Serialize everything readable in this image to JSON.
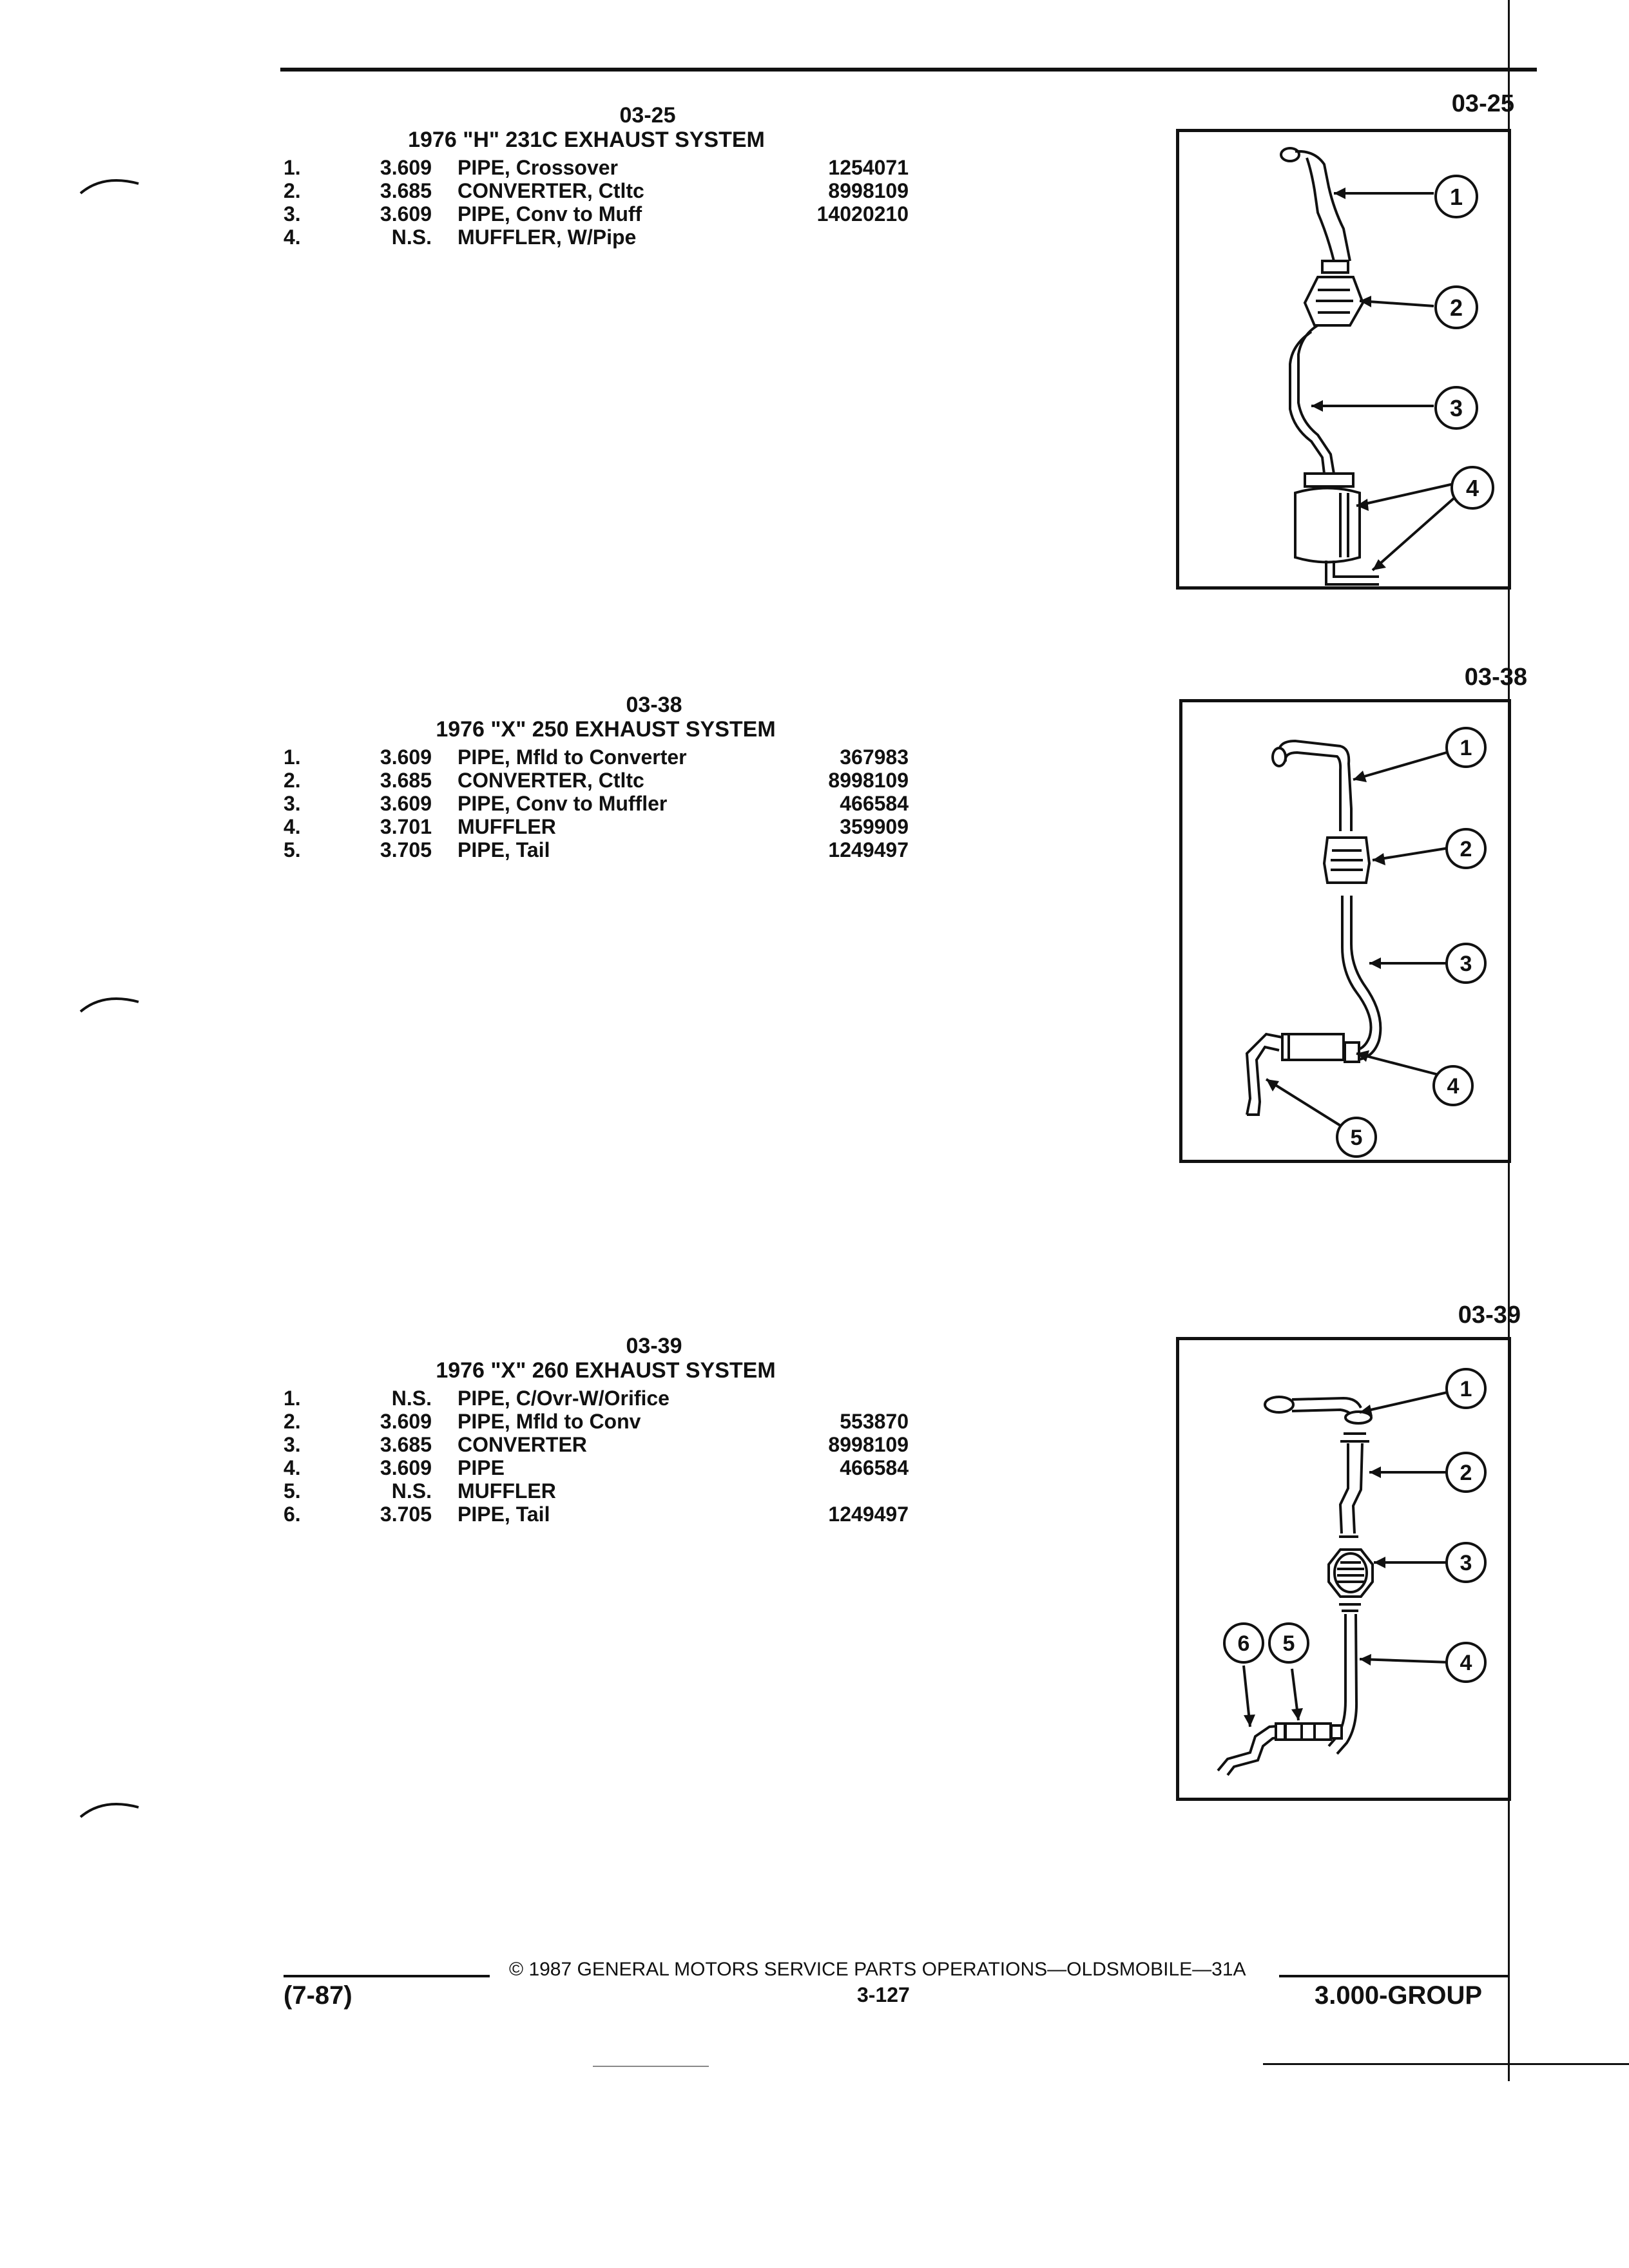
{
  "sections": [
    {
      "code": "03-25",
      "title": "1976 \"H\" 231C EXHAUST SYSTEM",
      "parts": [
        {
          "num": "1.",
          "code": "3.609",
          "name": "PIPE, Crossover",
          "part_no": "1254071"
        },
        {
          "num": "2.",
          "code": "3.685",
          "name": "CONVERTER, Ctltc",
          "part_no": "8998109"
        },
        {
          "num": "3.",
          "code": "3.609",
          "name": "PIPE, Conv to Muff",
          "part_no": "14020210"
        },
        {
          "num": "4.",
          "code": "N.S.",
          "name": "MUFFLER, W/Pipe",
          "part_no": ""
        }
      ],
      "figure": {
        "code": "03-25",
        "callouts": [
          "1",
          "2",
          "3",
          "4"
        ]
      }
    },
    {
      "code": "03-38",
      "title": "1976 \"X\" 250 EXHAUST SYSTEM",
      "parts": [
        {
          "num": "1.",
          "code": "3.609",
          "name": "PIPE, Mfld to Converter",
          "part_no": "367983"
        },
        {
          "num": "2.",
          "code": "3.685",
          "name": "CONVERTER, Ctltc",
          "part_no": "8998109"
        },
        {
          "num": "3.",
          "code": "3.609",
          "name": "PIPE, Conv to Muffler",
          "part_no": "466584"
        },
        {
          "num": "4.",
          "code": "3.701",
          "name": "MUFFLER",
          "part_no": "359909"
        },
        {
          "num": "5.",
          "code": "3.705",
          "name": "PIPE, Tail",
          "part_no": "1249497"
        }
      ],
      "figure": {
        "code": "03-38",
        "callouts": [
          "1",
          "2",
          "3",
          "4",
          "5"
        ]
      }
    },
    {
      "code": "03-39",
      "title": "1976 \"X\" 260 EXHAUST SYSTEM",
      "parts": [
        {
          "num": "1.",
          "code": "N.S.",
          "name": "PIPE, C/Ovr-W/Orifice",
          "part_no": ""
        },
        {
          "num": "2.",
          "code": "3.609",
          "name": "PIPE, Mfld to Conv",
          "part_no": "553870"
        },
        {
          "num": "3.",
          "code": "3.685",
          "name": "CONVERTER",
          "part_no": "8998109"
        },
        {
          "num": "4.",
          "code": "3.609",
          "name": "PIPE",
          "part_no": "466584"
        },
        {
          "num": "5.",
          "code": "N.S.",
          "name": "MUFFLER",
          "part_no": ""
        },
        {
          "num": "6.",
          "code": "3.705",
          "name": "PIPE, Tail",
          "part_no": "1249497"
        }
      ],
      "figure": {
        "code": "03-39",
        "callouts": [
          "1",
          "2",
          "3",
          "4",
          "5",
          "6"
        ]
      }
    }
  ],
  "footer": {
    "date": "(7-87)",
    "copyright": "© 1987 GENERAL MOTORS SERVICE PARTS OPERATIONS—OLDSMOBILE—31A",
    "page": "3-127",
    "group": "3.000-GROUP"
  }
}
